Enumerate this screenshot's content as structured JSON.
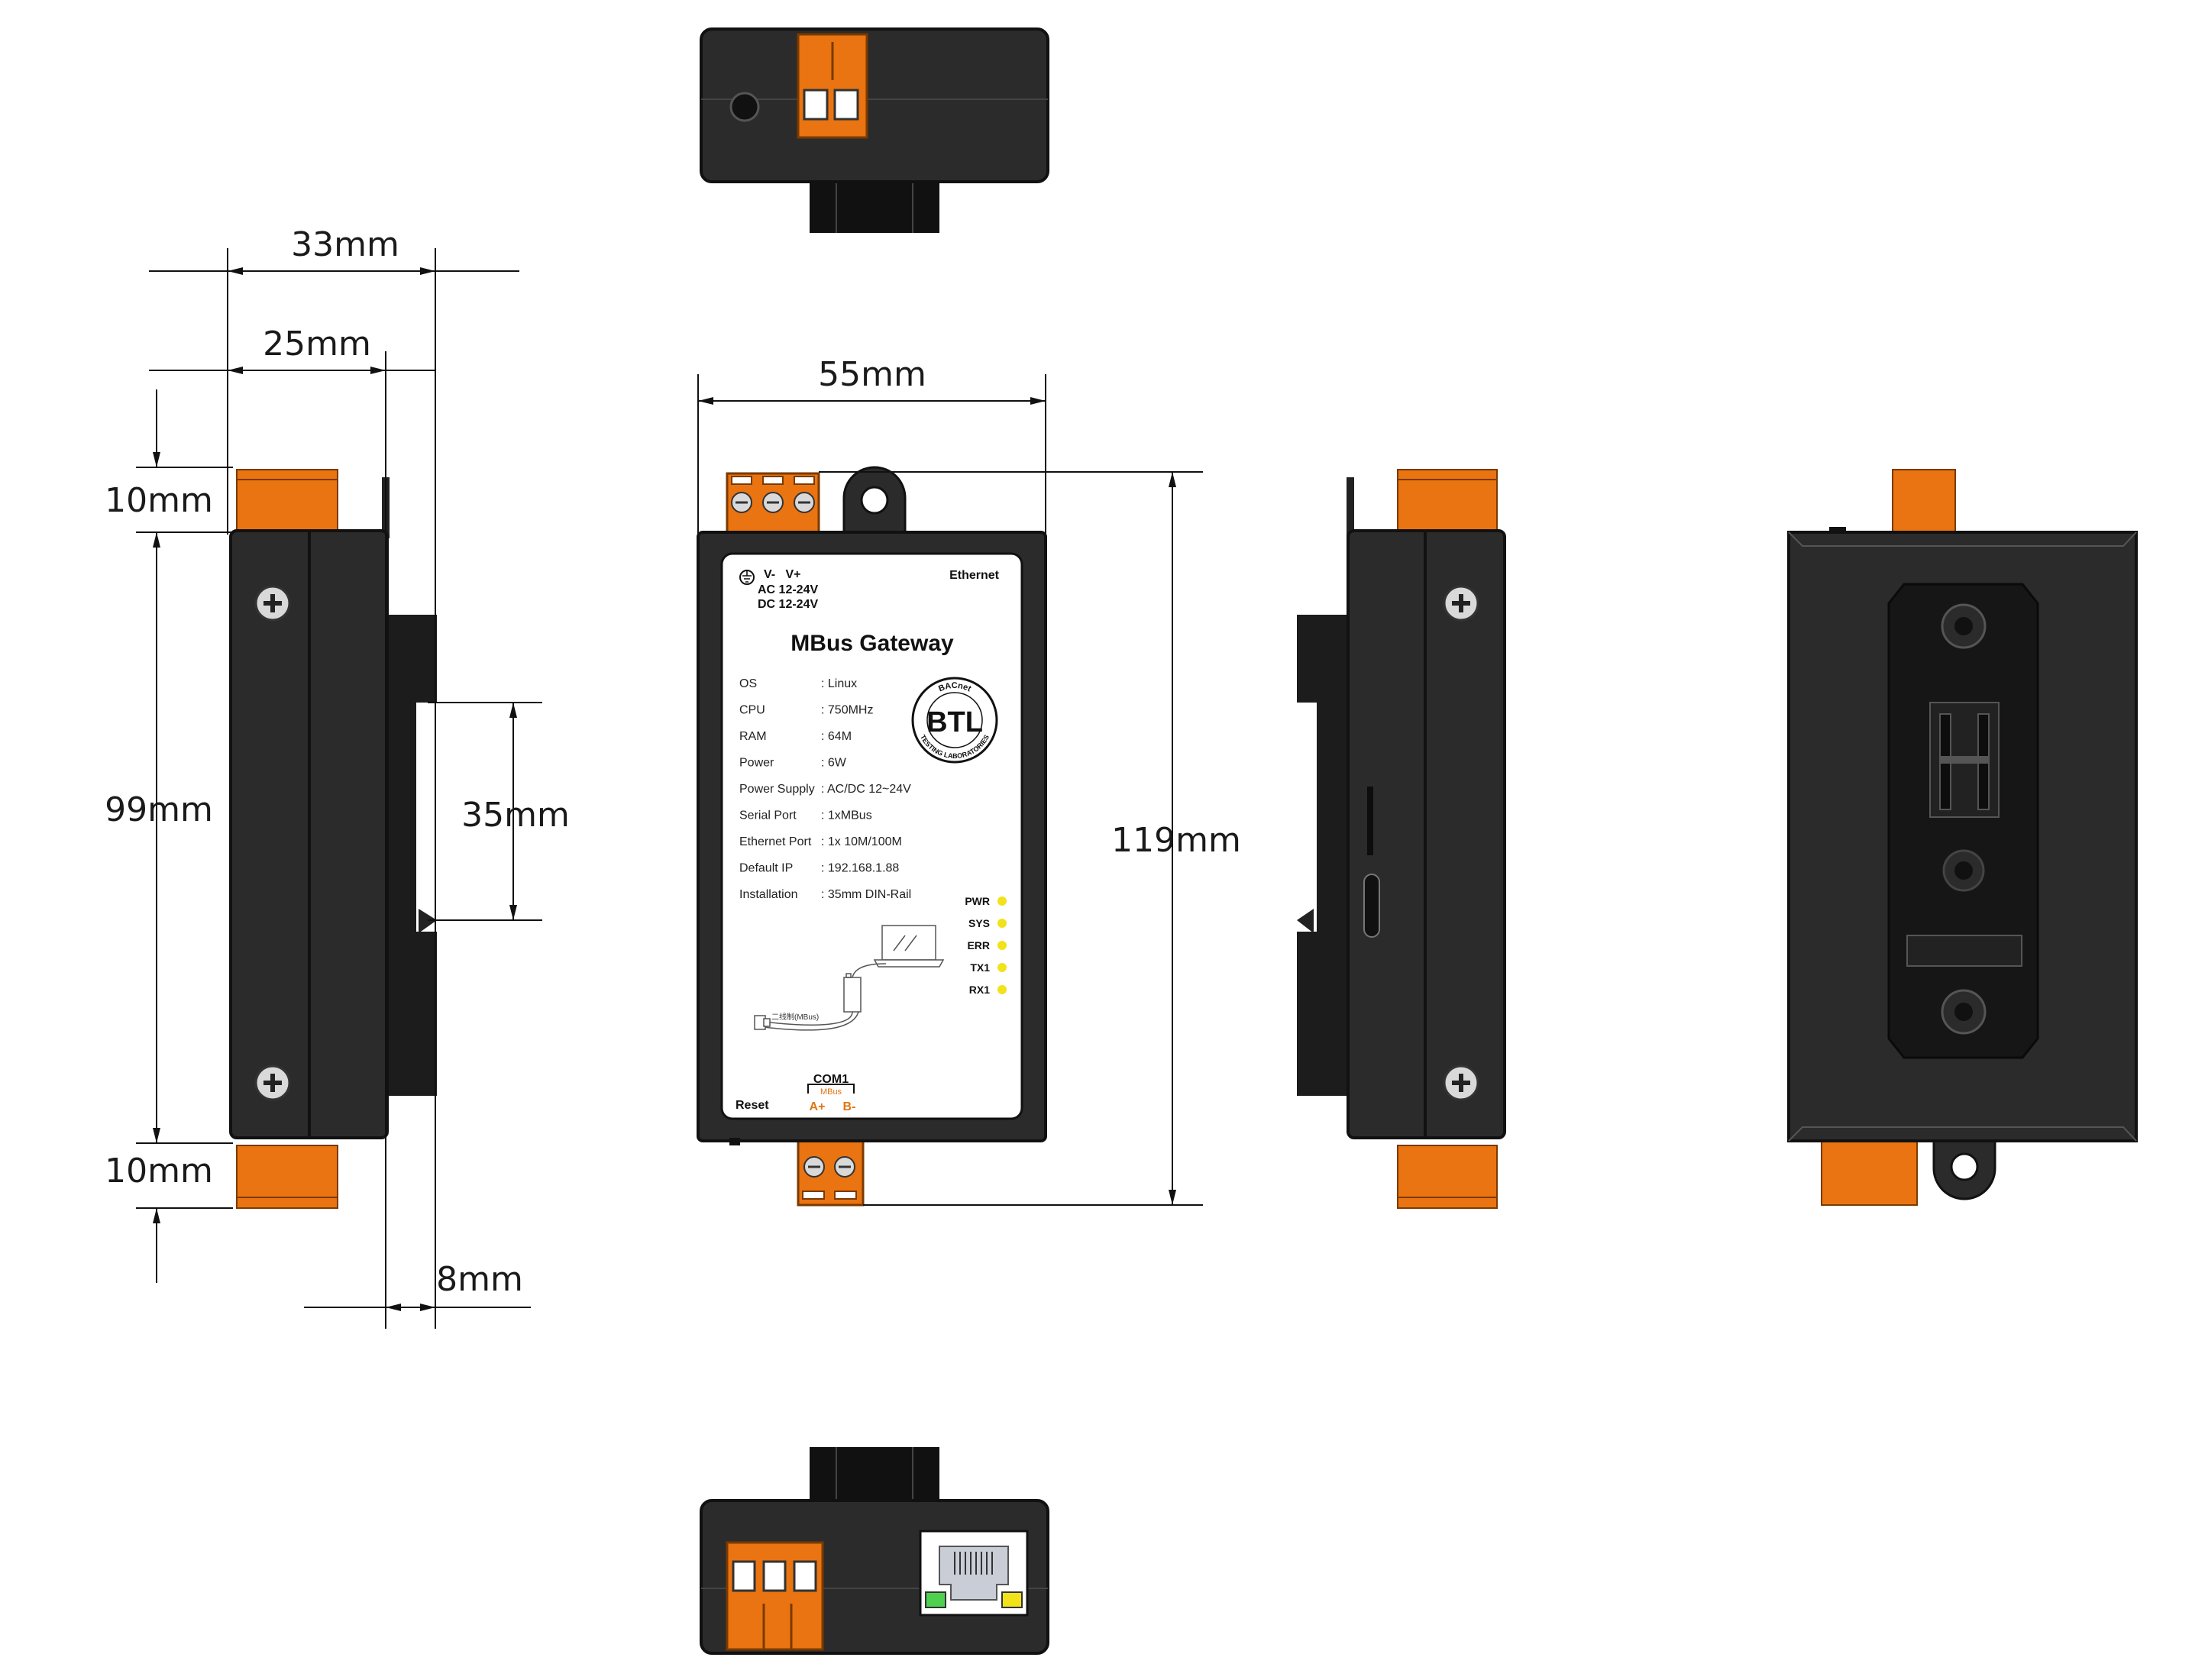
{
  "dimensions": {
    "width_overall": "33mm",
    "width_body": "25mm",
    "top_terminal": "10mm",
    "body_height": "99mm",
    "rail": "35mm",
    "bottom_terminal": "10mm",
    "rail_offset": "8mm",
    "front_width": "55mm",
    "overall_height": "119mm"
  },
  "label": {
    "power_polarity": "V-   V+",
    "power_ac": "AC 12-24V",
    "power_dc": "DC 12-24V",
    "ethernet": "Ethernet",
    "title": "MBus Gateway",
    "specs": [
      {
        "key": "OS",
        "value": ": Linux"
      },
      {
        "key": "CPU",
        "value": ": 750MHz"
      },
      {
        "key": "RAM",
        "value": ": 64M"
      },
      {
        "key": "Power",
        "value": ": 6W"
      },
      {
        "key": "Power Supply",
        "value": ": AC/DC 12~24V"
      },
      {
        "key": "Serial Port",
        "value": ": 1xMBus"
      },
      {
        "key": "Ethernet Port",
        "value": ": 1x 10M/100M"
      },
      {
        "key": "Default IP",
        "value": ": 192.168.1.88"
      },
      {
        "key": "Installation",
        "value": ": 35mm DIN-Rail"
      }
    ],
    "leds": [
      "PWR",
      "SYS",
      "ERR",
      "TX1",
      "RX1"
    ],
    "btl_top": "BACnet",
    "btl_bottom": "TESTING LABORATORIES",
    "btl_mark": "BTL",
    "diagram_bus": "二线制(MBus)",
    "com_port": "COM1",
    "com_bus": "MBus",
    "com_a": "A+",
    "com_b": "B-",
    "reset": "Reset"
  },
  "colors": {
    "terminal": "#ea7411",
    "housing": "#2b2b2b",
    "housing_edge": "#111111",
    "label_bg": "#ffffff",
    "led": "#f2e21a",
    "accent_text": "#e07512"
  }
}
